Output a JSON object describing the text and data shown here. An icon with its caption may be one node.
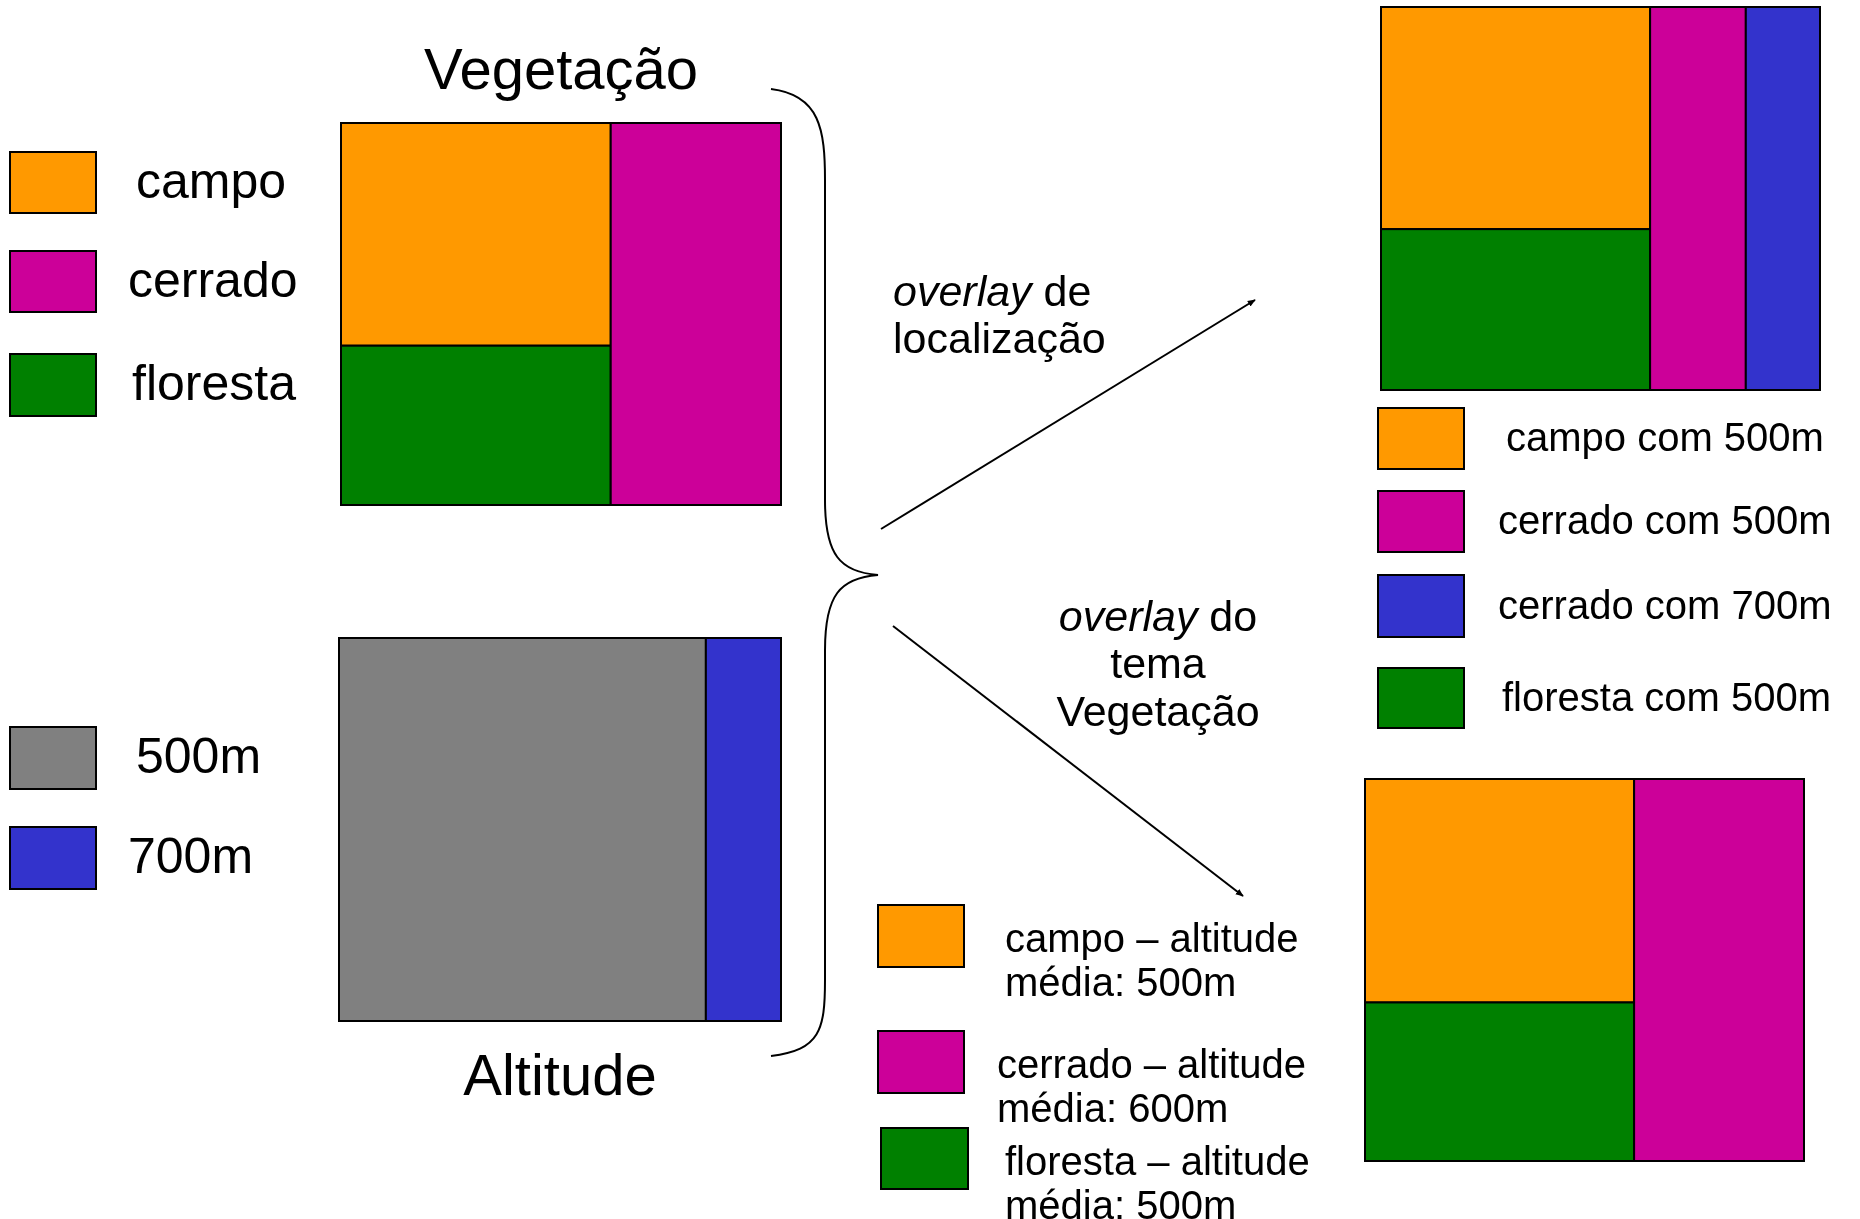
{
  "diagram": {
    "nodes": [
      {
        "text": [
          "Vegetação"
        ]
      },
      {
        "text": [
          "Altitude"
        ]
      },
      {
        "text": [],
        "shape": "brace"
      },
      {
        "text": [],
        "shape": "box"
      },
      {
        "text": [],
        "shape": "box"
      }
    ],
    "edges": [
      {
        "from": 2,
        "to": 3,
        "arrow": "to",
        "label": "*overlay* de localização"
      },
      {
        "from": 2,
        "to": 4,
        "arrow": "to",
        "label": "*overlay* do tema Vegetação"
      }
    ],
    "legend": [
      {
        "text": "campo",
        "color": "#ff9900"
      },
      {
        "text": "cerrado",
        "color": "#cc0099"
      },
      {
        "text": "floresta",
        "color": "#008000"
      },
      {
        "text": "500m",
        "color": "#808080"
      },
      {
        "text": "700m",
        "color": "#3333cc"
      },
      {
        "text": "campo com 500m",
        "color": "#ff9900"
      },
      {
        "text": "cerrado com 500m",
        "color": "#cc0099"
      },
      {
        "text": "cerrado com 700m",
        "color": "#3333cc"
      },
      {
        "text": "floresta com 500m",
        "color": "#008000"
      },
      {
        "text": "campo – altitude média: 500m",
        "color": "#ff9900"
      },
      {
        "text": "cerrado – altitude média: 600m",
        "color": "#cc0099"
      },
      {
        "text": "floresta – altitude média: 500m",
        "color": "#008000"
      }
    ]
  }
}
